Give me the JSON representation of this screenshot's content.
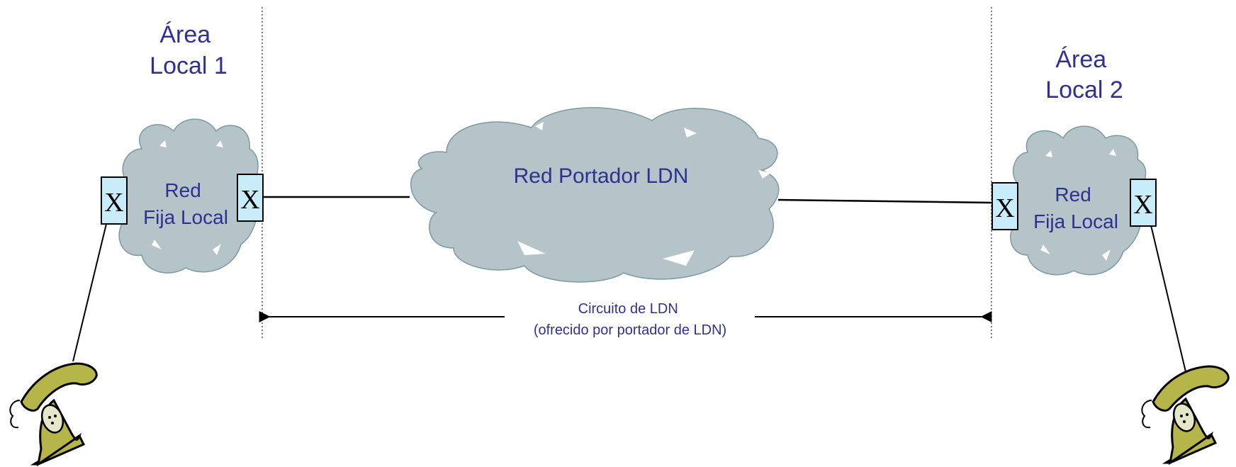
{
  "areas": {
    "left": {
      "line1": "Área",
      "line2": "Local 1"
    },
    "right": {
      "line1": "Área",
      "line2": "Local 2"
    }
  },
  "clouds": {
    "local_left": {
      "line1": "Red",
      "line2": "Fija Local"
    },
    "carrier": {
      "label": "Red Portador LDN"
    },
    "local_right": {
      "line1": "Red",
      "line2": "Fija Local"
    }
  },
  "switches": {
    "symbol": "X"
  },
  "circuit": {
    "line1": "Circuito de LDN",
    "line2": "(ofrecido por portador de LDN)"
  },
  "colors": {
    "text": "#2e3192",
    "cloud_fill": "#b4c4c8",
    "cloud_stroke": "#7d9aa0",
    "switch_fill": "#c9ecfa",
    "phone_body": "#b5b54a"
  },
  "icons": {
    "phone_left": "telephone-icon",
    "phone_right": "telephone-icon"
  }
}
